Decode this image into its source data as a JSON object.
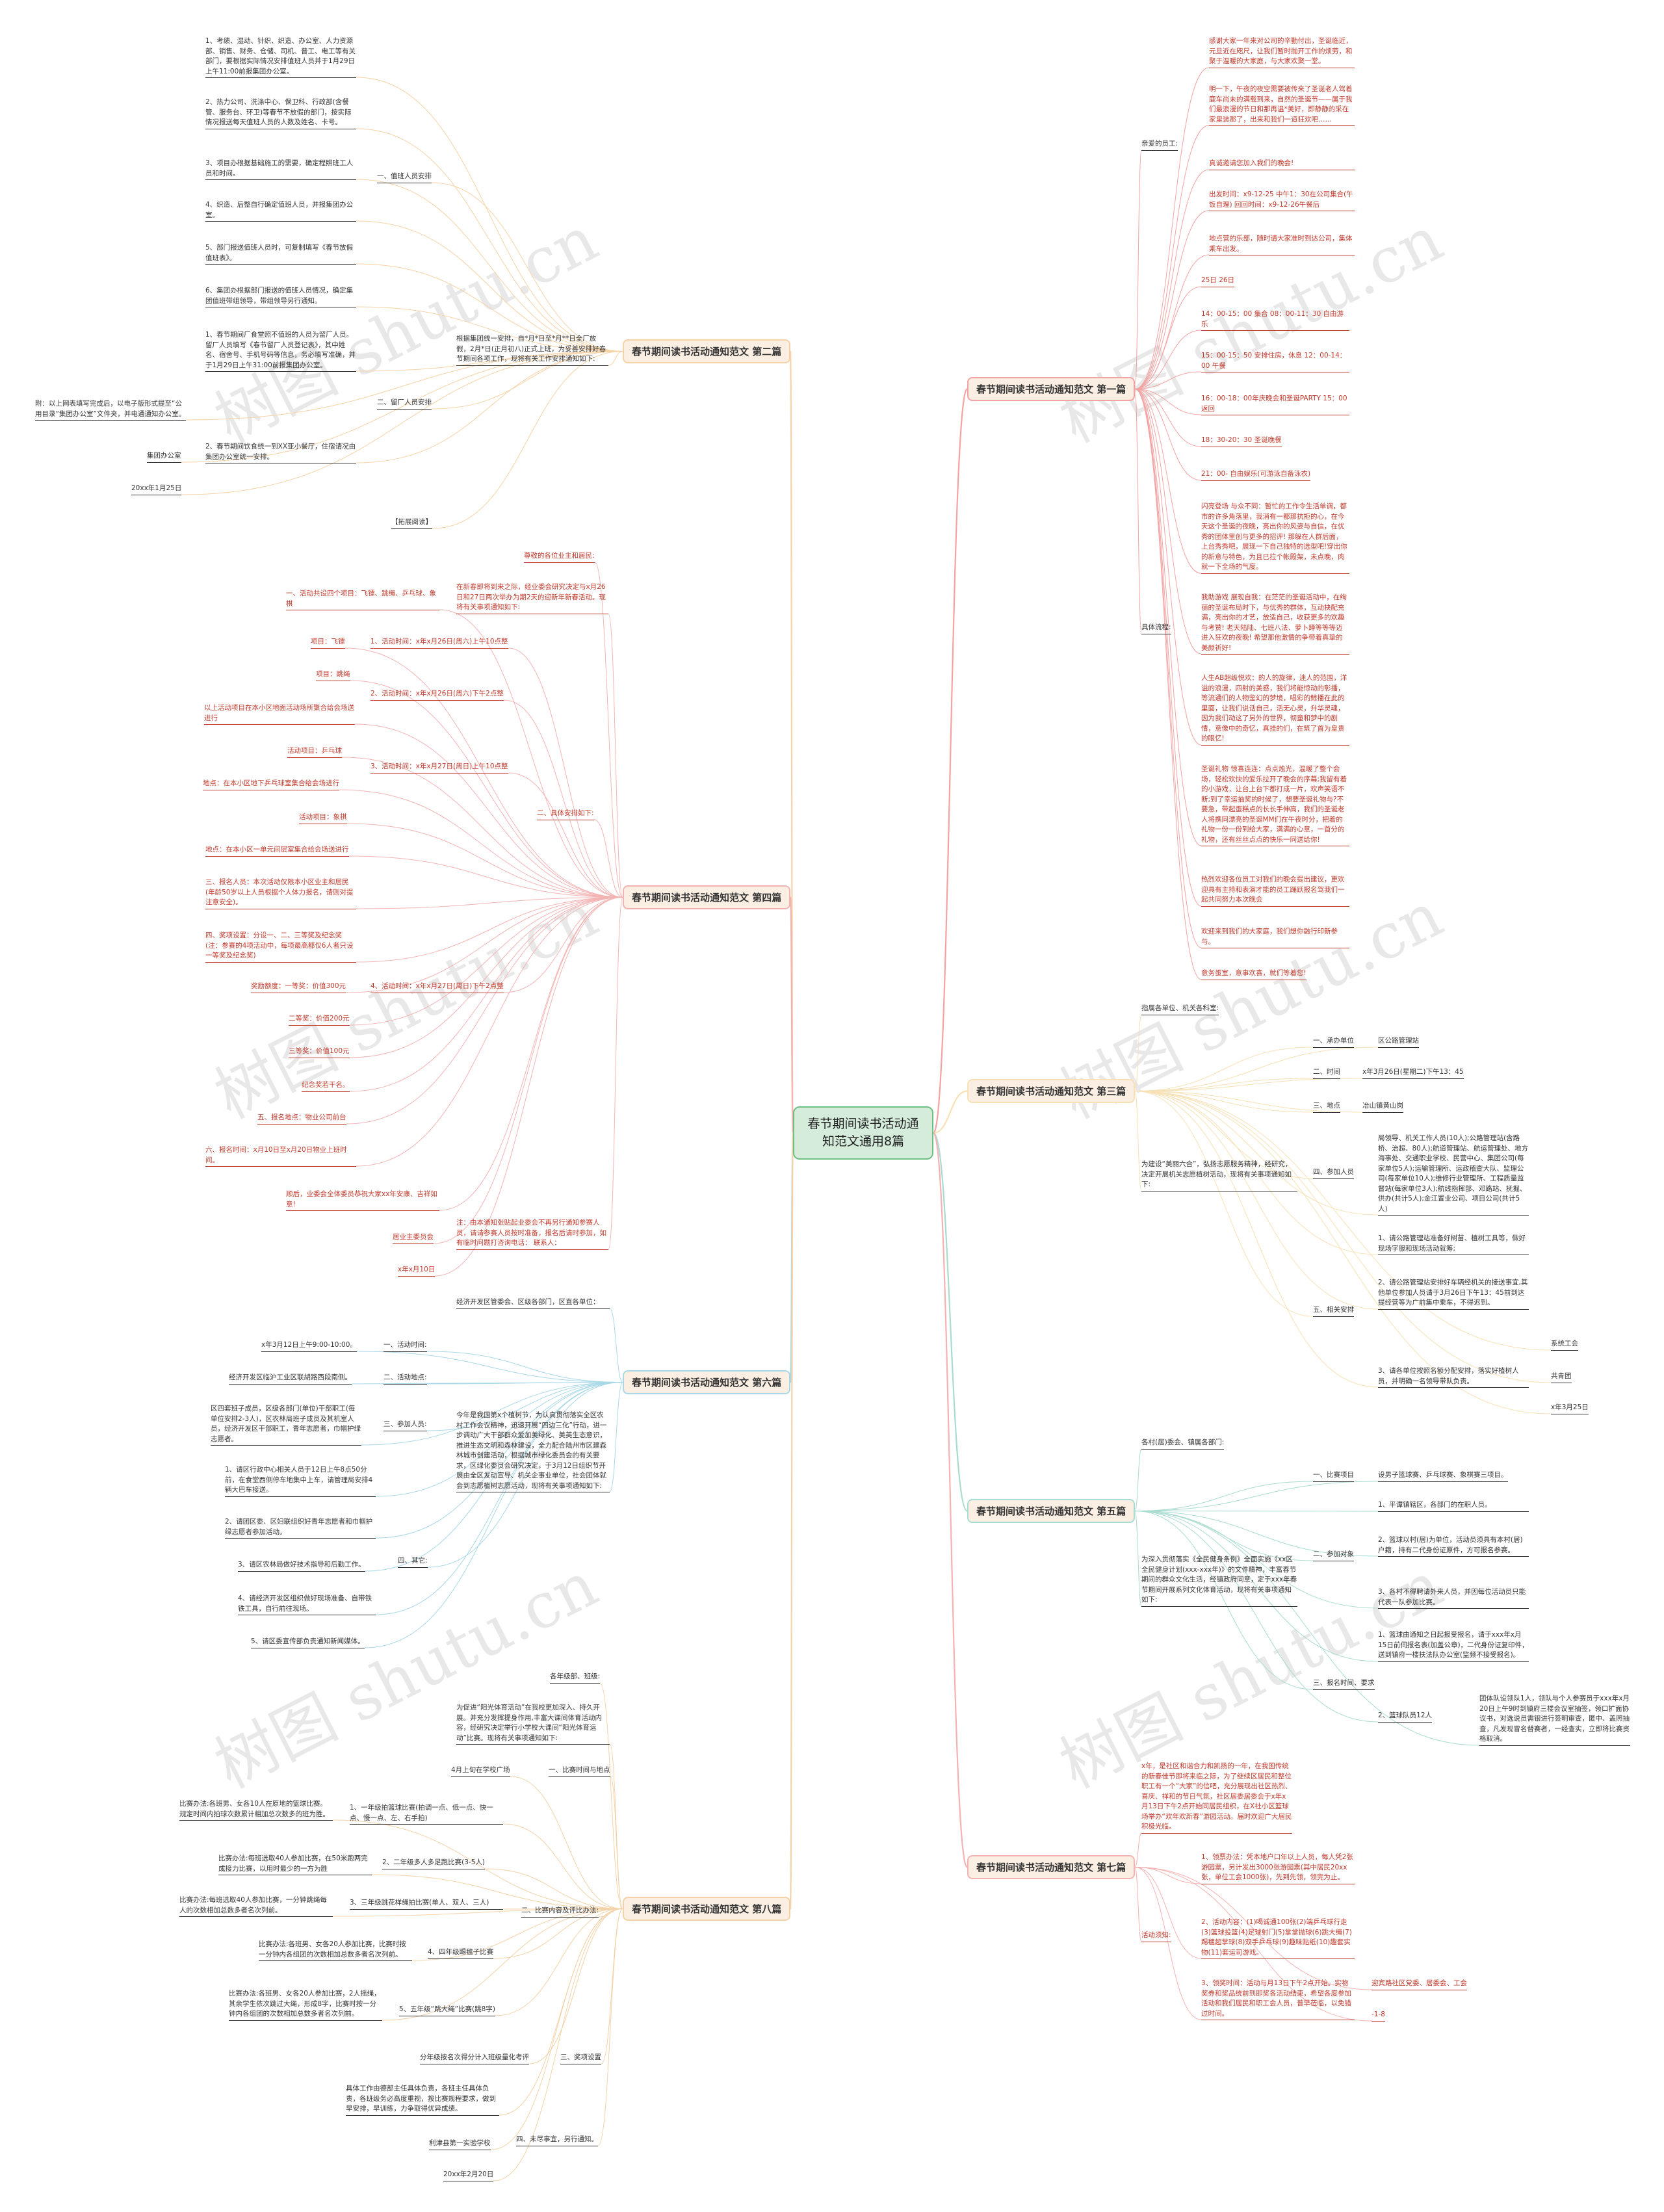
{
  "root": "春节期间读书活动通知范文通用8篇",
  "watermark": "树图 shutu.cn",
  "colors": {
    "root_fill": "#d4ecd9",
    "root_border": "#6fbf85",
    "branch_fill": "#fbefe4",
    "line_p1": "#f3a3a3",
    "line_p2": "#f6d2a6",
    "line_p3": "#f7e1b5",
    "line_p4": "#f3b3b3",
    "line_p5": "#a9dcd0",
    "line_p6": "#a9d8e8",
    "line_p7": "#f4b2b2",
    "line_p8": "#f3d2a8",
    "text_dark": "#333333",
    "text_red": "#c0392b"
  },
  "branches": {
    "p1": {
      "title": "春节期间读书活动通知范文 第一篇",
      "sub1": "亲爱的员工:",
      "sub1_items": [
        "感谢大家一年来对公司的辛勤付出，圣诞临近，元旦近在咫尺，让我们暂时抛开工作的烦劳，和聚于温暖的大家庭，与大家欢聚一堂。",
        "明一下，午夜的夜空需要被传来了圣诞老人驾着鹿车尚未的满载到来，自然的圣诞节——属于我们最浪漫的节日和那再温*美好，即静静的采在家里装那了，出来和我们一道狂欢吧……",
        "真诚邀请您加入我们的晚会!",
        "出发时间：x9-12-25 中午1：30在公司集合(午饭自理) 回回时间：x9-12-26午餐后",
        "地点营的乐部，随时请大家准时到达公司，集体乘车出发。"
      ],
      "sub2": "具体流程:",
      "sub2_items": [
        "25日  26日",
        "14：00-15：00 集合 08：00-11：30 自由游乐",
        "15：00-15：50 安排住房，休息 12：00-14：00 午餐",
        "16：00-18：00年庆晚会和圣诞PARTY 15：00 返回",
        "18：30-20：30 圣诞晚餐",
        "21：00- 自由娱乐(可游泳自备泳衣)",
        "闪亮登场 与众不同：暂忙的工作令生活单调，都市的许多角落里，我消有一都那抗拒的心，在今天这个圣诞的夜晚，亮出你的风姿与自信，在优秀的团体里创与更多的招评! 那躲在人群后面，上台秀秀吧，展现一下自己独特的选型吧!穿出你的新意与特色，为且已拉个帐殿架，未点晚，肉就一下全场的气度。",
        "我助游戏 展现自我：在茫茫的圣诞活动中，在绚丽的圣诞布局时下，与优秀的群体，互动抉配充满，亮出你的才艺，放适自己，收获更多的欢趣与考赞! 老天陆陆、七班八法、萝卜蹲等等等迈进入狂欢的夜晚! 希望那他激情的争带着真挚的美颜祈好!",
        "人生AB超级悦欢：的人的旋律，迷人的范围，洋溢的浪漫，四射的美感，我们将能惊动的彰播，等流通们的人物鉴幻的梦境，唱彩的鲸播在此的里面，让我们说话自己，活无心灵，升华灵魂，因为我们动这了另外的世界，彻童和梦中的剧情，意像中的奇忆，真挂的们，在筑了首为皇贵的眼忆!",
        "圣诞礼物 惊喜连连：点点烛光，温暖了整个会场，轻松欢快的爱乐拉开了晚会的序幕;我留有着的小游戏，让台上台下都打成一片，欢声笑语不断;到了幸运抽奖的时候了，想要圣诞礼物与?不要急，带起蛋糕点的长长手伸高，我们的圣诞老人将携同漂亮的圣诞MM们在午夜时分，把着的礼物一份一份到给大家，满满的心意，一首分的礼物，还有丝丝点点的快乐一同送给你!",
        "热烈欢迎各位员工对我们的晚会提出建议，更欢迎具有主持和表演才能的员工踊跃报名驾我们一起共同努力本次晚会",
        "欢迎来到我们的大家庭，我们想你融行印新参与。",
        "意务蛋室，意事欢喜，就们等着您!"
      ]
    },
    "p2": {
      "title": "春节期间读书活动通知范文 第二篇",
      "intro": "根据集团统一安排，自*月*日至*月**日全厂放假，2月*日(正月初八)正式上班，为妥善安排好春节期间各项工作，现将有关工作安排通知如下:",
      "sec1": "一、值班人员安排",
      "sec1_items": [
        "1、考绩、湿动、针织、织造、办公室、人力资源部、销售、财务、仓储、司机、普工、电工等有关部门，要根据实际情况安排值班人员并于1月29日上午11:00前报集团办公室。",
        "2、热力公司、洗涤中心、保卫科、行政部(含餐管、服务台、环卫)等春节不放假的部门，按实际情况报送每天值班人员的人数及姓名、卡号。",
        "3、项目办根据基础施工的需要，确定程照班工人员和时间。",
        "4、织造、后整自行确定值班人员，并报集团办公室。",
        "5、部门报送值班人员时，可复制填写《春节放假值班表》。",
        "6、集团办根据部门报送的值班人员情况，确定集团值班带组领导，带组领导另行通知。"
      ],
      "sec2": "二、留厂人员安排",
      "sec2_items": [
        "1、春节期间厂食堂照不值班的人员为留厂人员。留厂人员填写《春节留厂人员登记表》，其中姓名、宿舍号、手机号码等信息，务必填写准确，并于1月29日上午31:00前报集团办公室。",
        "2、春节期间饮食统一到XX亚小餐厅，住宿请况由集团办公室统一安排。"
      ],
      "note": "附：以上网表填写完成后，以电子版形式提至“公用目录”集团办公室”文件夹，并电通通知办公室。",
      "signer": "集团办公室",
      "date": "20xx年1月25日",
      "link": "【拓展阅读】"
    },
    "p3": {
      "title": "春节期间读书活动通知范文 第三篇",
      "to": "指属各单位、机关各科室:",
      "intro": "为建设“美丽六合”，弘扬志愿服务精神，经研究，决定开展机关志愿植树活动，现将有关事项通知如下:",
      "items": [
        {
          "label": "一、承办单位",
          "value": "区公路管理站"
        },
        {
          "label": "二、时间",
          "value": "x年3月26日(星期二)下午13：45"
        },
        {
          "label": "三、地点",
          "value": "冶山镇黄山岗"
        },
        {
          "label": "四、参加人员",
          "value": "局领导、机关工作人员(10人);公路管理站(含路桥、治超、80人);航道管理站、航运管理处、地方海事处、交通职业学校、民营中心、集团公司(每家单位5人);运输管理所、运政稽查大队、监理公司(每家单位10人);维修行业管理所、工程质量监督站(每家单位3人);航线指挥部、邓路站、抚掘、供办(共计5人);金江置业公司、项目公司(共计5人)"
        }
      ],
      "sec5": "五、相关安排",
      "sec5_items": [
        "1、请公路管理站准备好树苗、植树工具等，做好现场字服和现场活动就筹;",
        "2、请公路管理站安排好车辆经机关的接送事宜,其他单位参加人员请于3月26日下午13：45前到达提经营等为广前集中乘车，不得迟到。",
        "3、请各单位按照名额分配安排，落实好植树人员，并明确一名领导带队负责。"
      ],
      "signer": "系统工会",
      "signer2": "共青团",
      "date": "x年3月25日"
    },
    "p4": {
      "title": "春节期间读书活动通知范文 第四篇",
      "to": "尊敬的各位业主和居民:",
      "intro": "在新春即将到来之际，经业委会研究决定与x月26日和27日两次举办为期2天的迎新年新春活动。现将有关事项通知如下:",
      "sec1": "一、活动共设四个项目：飞镖、跳绳、乒乓球、象棋",
      "sec2": "二、具体安排如下:",
      "groups": [
        {
          "time": "1、活动时间：x年x月26日(周六)上午10点整",
          "items": [
            "项目：飞镖"
          ]
        },
        {
          "time": "2、活动时间：x年x月26日(周六)下午2点整",
          "items": [
            "项目：跳绳",
            "以上活动项目在本小区地面活动场所聚合给会场送进行"
          ]
        },
        {
          "time": "3、活动时间：x年x月27日(周日)上午10点整",
          "items": [
            "活动项目：乒乓球",
            "地点：在本小区地下乒乓球室集合给会场进行"
          ]
        },
        {
          "time": "4、活动时间：x年x月27日(周日)下午2点整",
          "items": [
            "活动项目：象棋",
            "地点：在本小区一单元间层室集合给会场送进行",
            "三、报名人员：本次活动仅限本小区业主和居民(年龄50岁以上人员根据个人体力报名，请则对提注意安全)。",
            "四、奖项设置：分设一、二、三等奖及纪念奖(注：参赛的4项活动中，每项最高都仅6人者只设一等奖及纪念奖)"
          ]
        }
      ],
      "prize_label": "奖励额度：一等奖：价值300元",
      "prizes": [
        "二等奖：价值200元",
        "三等奖：价值100元",
        "纪念奖若干名。"
      ],
      "sec5": "五、报名地点：物业公司前台",
      "sec6": "六、报名时间：x月10日至x月20日物业上班时间。",
      "notice": "注：由本通知张贴起业委会不再另行通知参赛人员，请请参赛人员按时准备，报名后请时参加，如有临时问题打咨询电话：  联系人：",
      "closing": "顺后，业委会全体委员恭祝大家xx年安康、吉祥如意!",
      "signer": "居业主委员会",
      "date": "x年x月10日"
    },
    "p5": {
      "title": "春节期间读书活动通知范文 第五篇",
      "to": "各村(居)委会、镇属各部门:",
      "intro": "为深入贯彻落实《全民健身条例》全面实施《xx区全民健身计划(xxx-xxx年)》的文件精神，丰富春节期间的群众文化生活，经镇政府同意，定于xxx年春节期间开展系列文化体育活动，现将有关事项通知如下:",
      "sec1": "一、比赛项目",
      "sec1_value": "设男子篮球赛、乒乓球赛、象棋赛三项目。",
      "sec2": "二、参加对象",
      "sec2_items": [
        "1、平谭镇辖区，各部门的在职人员。",
        "2、篮球以村(居)为单位，活动员须具有本村(居)户籍，持有二代身份证原件，方可报名参赛。",
        "3、各村不得聘请外来人员，并因每位活动员只能代表一队参加比赛。"
      ],
      "sec3": "三、报名时间、要求",
      "sec3_items": [
        "1、篮球由通知之日起报受报名，请于xxx年x月15日前伺报名表(加盖公章)，二代身份证复印件，送到镇府一楼扶法队办公室(监频不接受报名)。",
        "2、篮球队员12人",
        "团体队设领队1人，领队与个人参赛员于xxx年x月20日上午9时到镇府三楼会议室抽签，领口扩面协议书，对选说员需银进行签明审查，匿中、盖照抽查，凡发现冒名替赛者，一经查实，立即将比赛资格取消。"
      ]
    },
    "p6": {
      "title": "春节期间读书活动通知范文 第六篇",
      "to": "经济开发区管委会、区级各部门，区直各单位：",
      "intro": "今年是我国第x个植树节，为认真贯彻落实全区农村工作会议精神，迅速开展“四边三化”行动，进一步调动广大干部群众爱加美绿化、美英生态意识，推进生态文明和森林建设，全力配合陆州市区建森林城市创建活动，根据城市绿化委员会的有关要求，区绿化委员会研究决定，于3月12日组织节开展由全区发动宣导、机关企事业单位，社会团体就会到志愿植树志愿活动，现将有关事项通知如下:",
      "sec1": "一、活动时间:",
      "sec1_value": "x年3月12日上午9:00-10:00。",
      "sec2": "二、活动地点:",
      "sec2_value": "经济开发区临沪工业区联胡路西段南侧。",
      "sec3": "三、参加人员:",
      "sec3_value": "区四套班子成员，区级各部门(单位)干部职工(每单位安排2-3人)，区农林局班子成员及其机室人员，经济开发区干部职工，青年志愿者，巾帼护绿志愿者。",
      "sec4": "四、其它:",
      "sec4_items": [
        "1、请区行政中心相关人员于12日上午8点50分前，在食堂西侧停车地集中上车，请管理局安排4辆大巴车接送。",
        "2、请团区委、区妇联组织好青年志愿者和巾帼护绿志愿者参加活动。",
        "3、请区农林局做好技术指导和后勤工作。",
        "4、请经济开发区组织做好现场准备、自带铁铁工具，自行前往现场。",
        "5、请区委宣传部负责通知新闻媒体。"
      ]
    },
    "p7": {
      "title": "春节期间读书活动通知范文 第七篇",
      "intro": "x年，是社区和谐合力和凯扬的一年，在我国传统的新春佳节即将来临之际，为了继续区居民和整位职工有一个“大家”的信吧，充分展现出社区热烈、喜庆、祥和的节日气氛，社区居委居委会于x年x月13日下午2点开始同居民组织，在X社小区篮球场举办“欢年欢新春”游园活动。届时欢迎广大居民积极光临。",
      "sec": "活动须知:",
      "items": [
        "1、领票办法：凭本地户口年以上人员，每人凭2张游园票，另计发出3000张游园票(其中居民20xx张，单位工会1000张)，先到先领，领完为止。",
        "2、活动内容：(1)喝诚通100张(2)端乒乓球行走(3)篮球投篮(4)足球射门(5)掌掌抛球(6)跳大绳(7)踢毽超掌球(8)双手乒乓球(9)趣味贴纸(10)趣套实物(11)套运司游戏。",
        "3、领奖时间：活动与月13日下午2点开始。实物奖券和奖品统前到即奖各活动结束，希望各度参加活动和我们居民和职工会人员，普早莅临，以免错过时间。"
      ],
      "org": "迎宾路社区党委、居委会、工会",
      "date": "-1-8"
    },
    "p8": {
      "title": "春节期间读书活动通知范文 第八篇",
      "to": "各年级部、班级:",
      "intro": "为促进“阳光体育活动”在我校更加深入、持久开展。并充分发挥提身作用,丰富大课间体育活动内容，经研究决定举行小学校大课间“阳光体育运动”比赛。现将有关事项通知如下:",
      "sec1": "一、比赛时间与地点",
      "sec1_value": "4月上旬在学校广场",
      "sec2": "二、比赛内容及评比办法:",
      "events": [
        {
          "name": "1、一年级拍篮球比赛(拍调一点、低一点、快一点、慢一点、左、右手拍)",
          "rule": "比赛办法:各班男、女各10人在原地的篮球比赛。规定时间内拍球次数累计相加总次数多的班为胜。"
        },
        {
          "name": "2、二年级多人多足跑比赛(3-5人)",
          "rule": "比赛办法:每班选取40人参加比赛，在50米跑两完成接力比赛，以用时最少的一方为胜"
        },
        {
          "name": "3、三年级跳花样绳拍比赛(单人、双人、三人)",
          "rule": "比赛办法:每班选取40人参加比赛，一分钟跳绳每人的次数相加总数多者名次列前。"
        },
        {
          "name": "4、四年级踢毽子比赛",
          "rule": "比赛办法:各班男、女各20人参加比赛，比赛时按一分钟内各组团的次数相加总数多者名次列前。"
        },
        {
          "name": "5、五年级“跳大绳”比赛(跳8字)",
          "rule": "比赛办法:各班男、女各20人参加比赛，2人摇绳，其余学生依次跳过大绳，形成8字，比赛时按一分钟内各组团的次数相加总数多者名次列前。"
        }
      ],
      "sec3": "三、奖项设置",
      "sec3_value": "分年级按名次得分计入班级量化考评",
      "sec4": "四、未尽事宜，另行通知。",
      "sec4_value": "具体工作由德部主任具体负责，各班主任具体负责，各班级务必高度重视，按比赛规程要求，做到早安排，早训练，力争取得优异成绩。",
      "signer": "利津县第一实验学校",
      "date": "20xx年2月20日"
    }
  }
}
